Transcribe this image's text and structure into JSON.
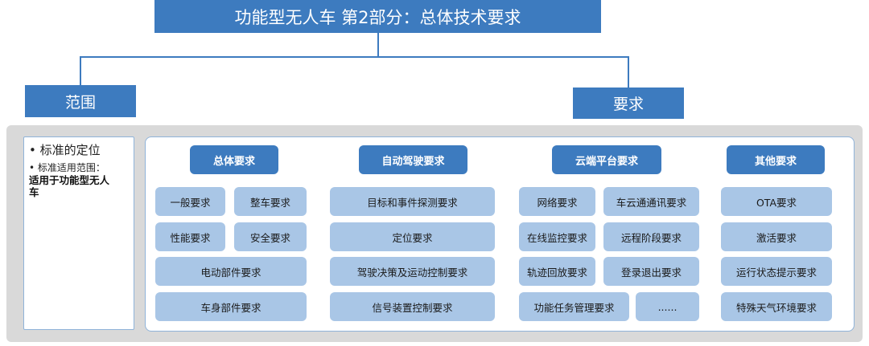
{
  "title": "功能型无人车 第2部分：总体技术要求",
  "scope": {
    "label": "范围",
    "bullet1": "• 标准的定位",
    "bullet2": "• 标准适用范围：",
    "bold_line1": "适用于功能型无人",
    "bold_line2": "车"
  },
  "requirements": {
    "label": "要求",
    "general": {
      "head": "总体要求",
      "items": [
        "一般要求",
        "整车要求",
        "性能要求",
        "安全要求",
        "电动部件要求",
        "车身部件要求"
      ]
    },
    "autodrive": {
      "head": "自动驾驶要求",
      "items": [
        "目标和事件探测要求",
        "定位要求",
        "驾驶决策及运动控制要求",
        "信号装置控制要求"
      ]
    },
    "cloud": {
      "head": "云端平台要求",
      "items": [
        "网络要求",
        "车云通通讯要求",
        "在线监控要求",
        "远程阶段要求",
        "轨迹回放要求",
        "登录退出要求",
        "功能任务管理要求",
        "......"
      ]
    },
    "other": {
      "head": "其他要求",
      "items": [
        "OTA要求",
        "激活要求",
        "运行状态提示要求",
        "特殊天气环境要求"
      ]
    }
  },
  "colors": {
    "primary": "#3d7bbf",
    "item": "#a9c6e6",
    "panel": "#d9d9d9"
  }
}
